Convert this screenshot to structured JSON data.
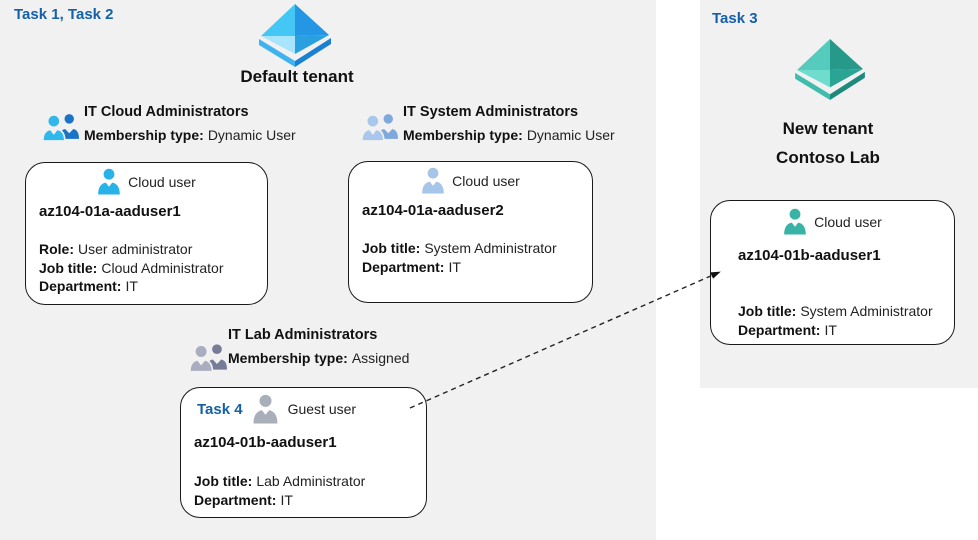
{
  "labels": {
    "task12": "Task 1, Task 2",
    "task3": "Task 3",
    "task4": "Task 4"
  },
  "default_tenant": {
    "title": "Default tenant",
    "groups": [
      {
        "name": "IT Cloud Administrators",
        "membership_label": "Membership type:",
        "membership_value": "Dynamic User"
      },
      {
        "name": "IT System Administrators",
        "membership_label": "Membership type:",
        "membership_value": "Dynamic User"
      },
      {
        "name": "IT Lab Administrators",
        "membership_label": "Membership type:",
        "membership_value": "Assigned"
      }
    ],
    "cards": [
      {
        "user_type": "Cloud user",
        "username": "az104-01a-aaduser1",
        "fields": [
          {
            "label": "Role:",
            "value": "User administrator"
          },
          {
            "label": "Job title:",
            "value": "Cloud Administrator"
          },
          {
            "label": "Department:",
            "value": "IT"
          }
        ]
      },
      {
        "user_type": "Cloud user",
        "username": "az104-01a-aaduser2",
        "fields": [
          {
            "label": "Job title:",
            "value": "System Administrator"
          },
          {
            "label": "Department:",
            "value": "IT"
          }
        ]
      },
      {
        "user_type": "Guest user",
        "username": "az104-01b-aaduser1",
        "fields": [
          {
            "label": "Job title:",
            "value": "Lab Administrator"
          },
          {
            "label": "Department:",
            "value": "IT"
          }
        ]
      }
    ]
  },
  "new_tenant": {
    "title_line1": "New tenant",
    "title_line2": "Contoso Lab",
    "card": {
      "user_type": "Cloud user",
      "username": "az104-01b-aaduser1",
      "fields": [
        {
          "label": "Job title:",
          "value": "System Administrator"
        },
        {
          "label": "Department:",
          "value": "IT"
        }
      ]
    }
  },
  "colors": {
    "task_label_blue": "#1560a8",
    "panel_gray": "#f1f1f2",
    "azure_ad_blue": "#2aa0e0",
    "azure_ad_teal": "#2aa494",
    "card_border": "#1a1a1a"
  }
}
